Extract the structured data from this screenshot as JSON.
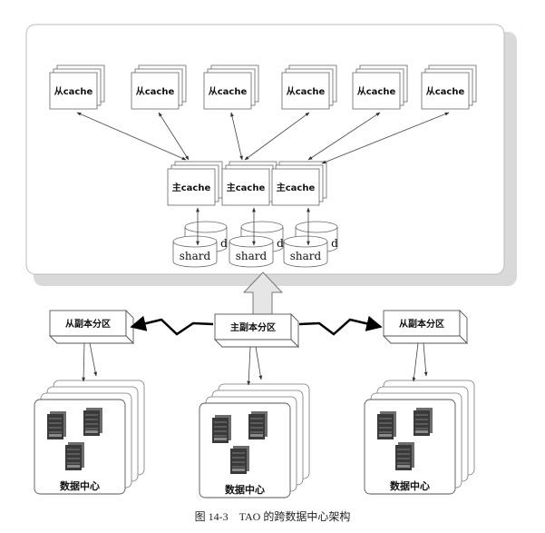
{
  "diagram": {
    "slave_cache_label": "从cache",
    "master_cache_label": "主cache",
    "shard_label": "shard",
    "shard_back_letter": "d",
    "master_partition_label": "主副本分区",
    "slave_partition_label": "从副本分区",
    "datacenter_label": "数据中心",
    "caption": "图 14-3　TAO 的跨数据中心架构"
  },
  "colors": {
    "panel_fill": "#ffffff",
    "panel_shadow": "#d9d9d9",
    "stroke": "#555555",
    "arrow": "#333333",
    "up_arrow_fill": "#e6e6e6",
    "server_dark": "#3a3a3a",
    "server_mid": "#6d6d6d"
  },
  "icons": [
    "server-icon",
    "up-arrow-icon",
    "lightning-link-icon",
    "database-cylinder-icon"
  ]
}
